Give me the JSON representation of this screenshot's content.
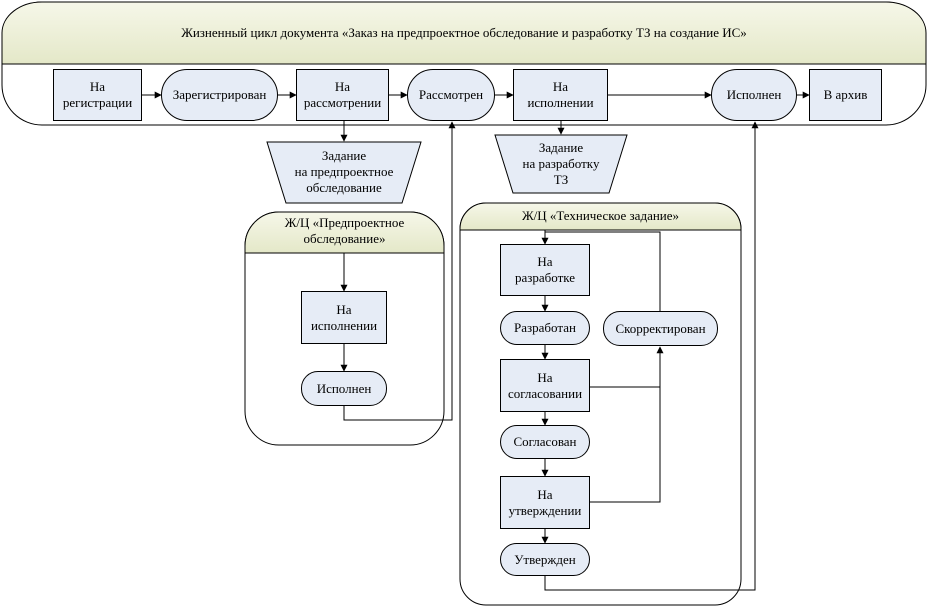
{
  "title": "Жизненный цикл документа «Заказ на предпроектное обследование и разработку ТЗ на создание ИС»",
  "main_flow": {
    "on_registration": "На\nрегистрации",
    "registered": "Зарегистрирован",
    "on_review": "На\nрассмотрении",
    "reviewed": "Рассмотрен",
    "in_execution": "На\nисполнении",
    "executed": "Исполнен",
    "archive": "В архив"
  },
  "task_survey": "Задание\nна предпроектное\nобследование",
  "task_tz": "Задание\nна разработку\nТЗ",
  "survey_lifecycle": {
    "title": "Ж/Ц «Предпроектное\nобследование»",
    "in_execution": "На\nисполнении",
    "executed": "Исполнен"
  },
  "tz_lifecycle": {
    "title": "Ж/Ц «Техническое задание»",
    "in_development": "На\nразработке",
    "developed": "Разработан",
    "corrected": "Скорректирован",
    "on_approval": "На\nсогласовании",
    "approved": "Согласован",
    "on_confirmation": "На\nутверждении",
    "confirmed": "Утвержден"
  }
}
